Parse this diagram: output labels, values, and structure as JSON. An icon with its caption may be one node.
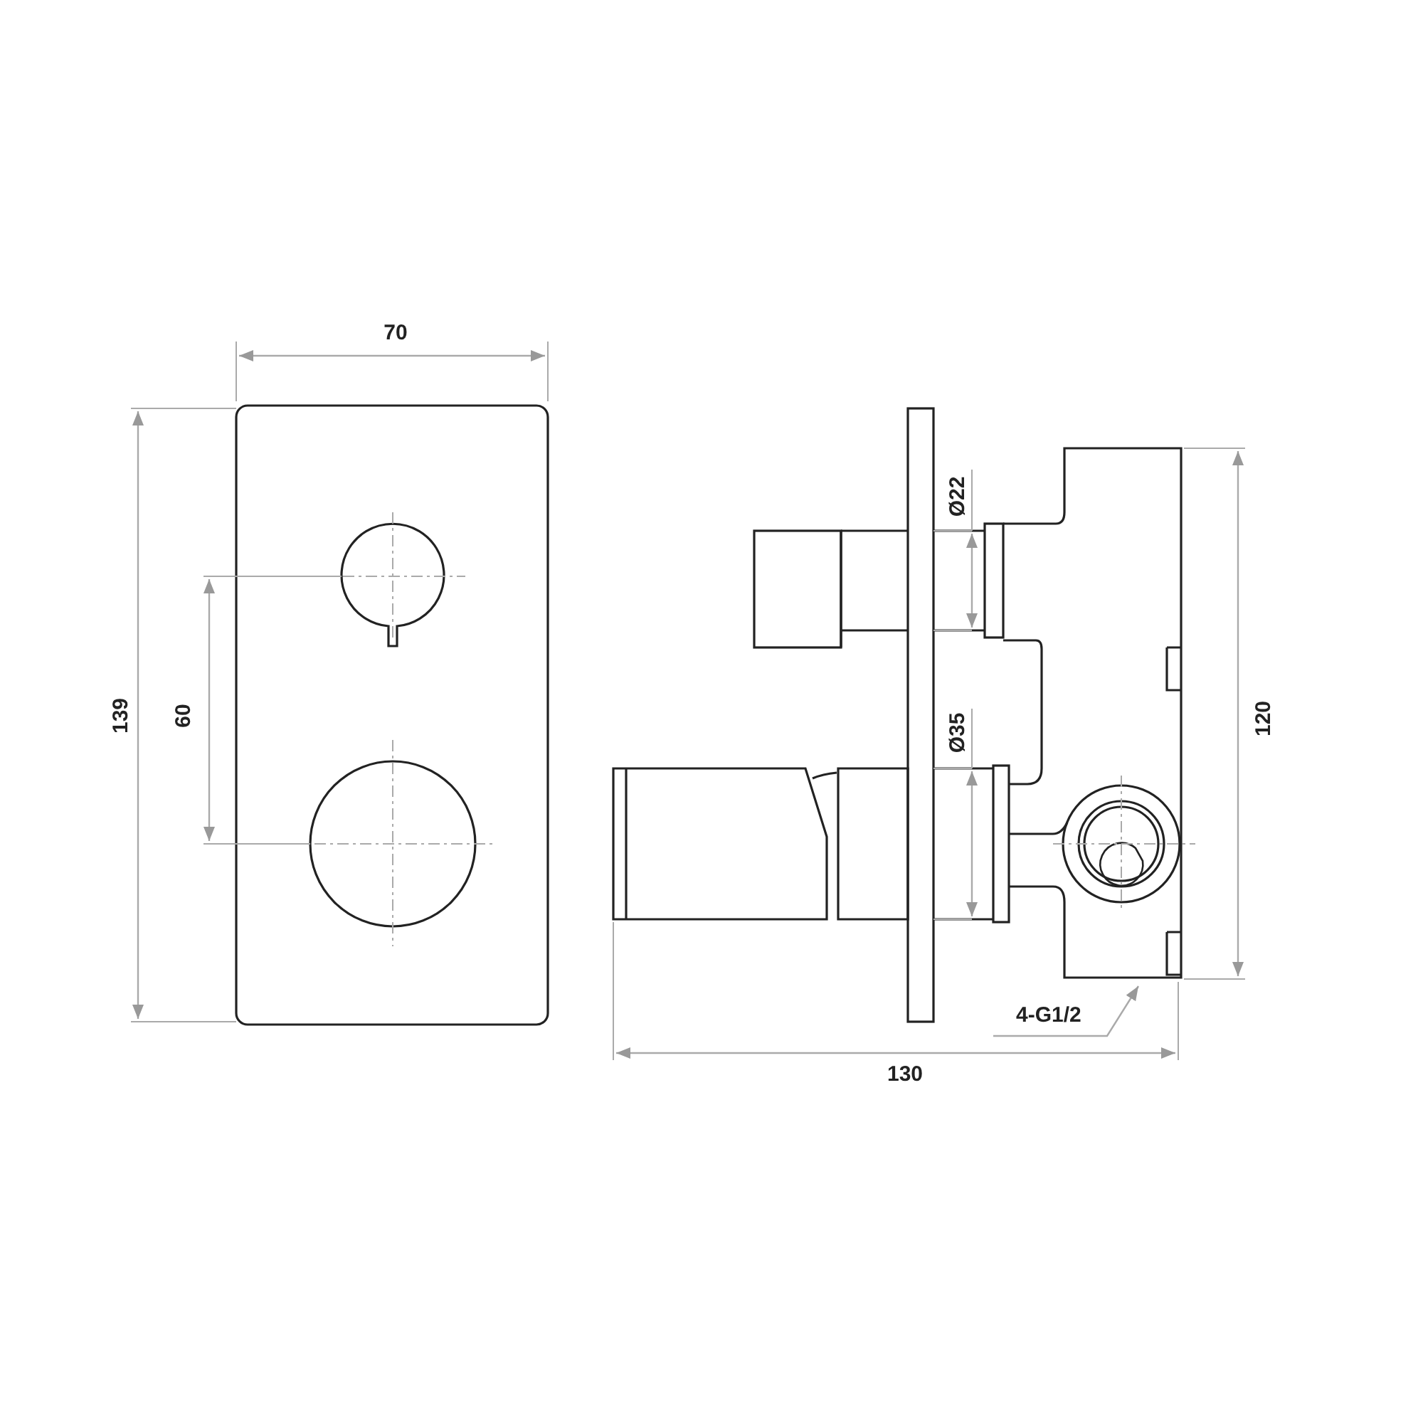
{
  "diagram": {
    "nodes": [
      {
        "text": [
          "4-G1/2"
        ]
      },
      {
        "text": [],
        "shape": "picture"
      }
    ],
    "edges": [
      {
        "from": 0,
        "to": 1,
        "arrow": "to"
      }
    ],
    "labels": [
      "70",
      "139",
      "60",
      "Ø22",
      "Ø35",
      "120",
      "130"
    ]
  }
}
